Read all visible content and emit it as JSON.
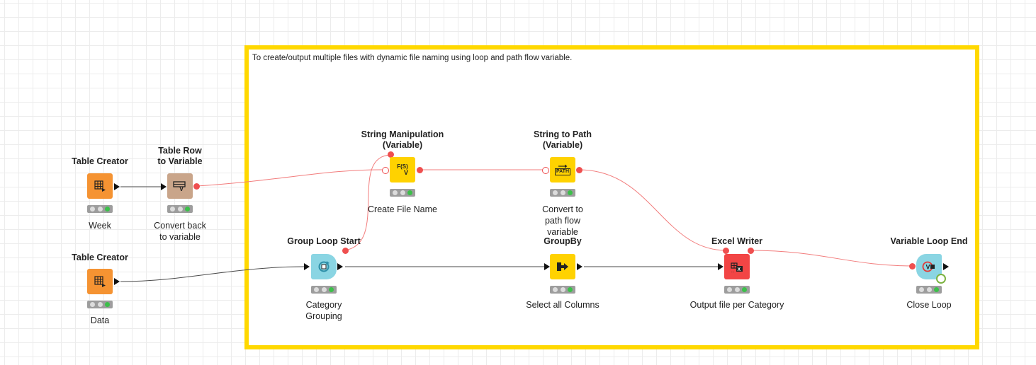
{
  "annotation": {
    "text": "To create/output multiple files with dynamic file naming using loop and path flow variable.",
    "border_color": "#ffd800"
  },
  "colors": {
    "data_connection": "#4a4a4a",
    "variable_connection": "#f27c7c",
    "source_node": "#f59332",
    "manipulator_node": "#ffd200",
    "loop_node": "#8ad5e3",
    "writer_node": "#f24545",
    "flow_control_node": "#c9a58a",
    "traffic_light_ok": "#3cc04a"
  },
  "nodes": {
    "table_creator_week": {
      "title": "Table Creator",
      "label": "Week",
      "icon": "table-icon",
      "status": "executed"
    },
    "table_row_to_variable": {
      "title": "Table Row\nto Variable",
      "label": "Convert back\nto variable",
      "icon": "row-to-variable-icon",
      "status": "executed"
    },
    "table_creator_data": {
      "title": "Table Creator",
      "label": "Data",
      "icon": "table-icon",
      "status": "executed"
    },
    "string_manipulation_variable": {
      "title": "String Manipulation\n(Variable)",
      "label": "Create File Name",
      "icon": "string-function-icon",
      "status": "executed"
    },
    "string_to_path_variable": {
      "title": "String to Path\n(Variable)",
      "label": "Convert to\npath flow\nvariable",
      "icon": "string-to-path-icon",
      "status": "executed"
    },
    "group_loop_start": {
      "title": "Group Loop Start",
      "label": "Category\nGrouping",
      "icon": "loop-start-icon",
      "status": "executed"
    },
    "groupby": {
      "title": "GroupBy",
      "label": "Select all Columns",
      "icon": "groupby-icon",
      "status": "executed"
    },
    "excel_writer": {
      "title": "Excel Writer",
      "label": "Output file per Category",
      "icon": "excel-icon",
      "status": "executed"
    },
    "variable_loop_end": {
      "title": "Variable Loop End",
      "label": "Close Loop",
      "icon": "loop-end-icon",
      "status": "executed"
    }
  },
  "icon_text": {
    "string_manipulation": "F(S)",
    "string_manipulation_sub": "V",
    "string_to_path": "PATH",
    "variable_loop_end": "V"
  }
}
